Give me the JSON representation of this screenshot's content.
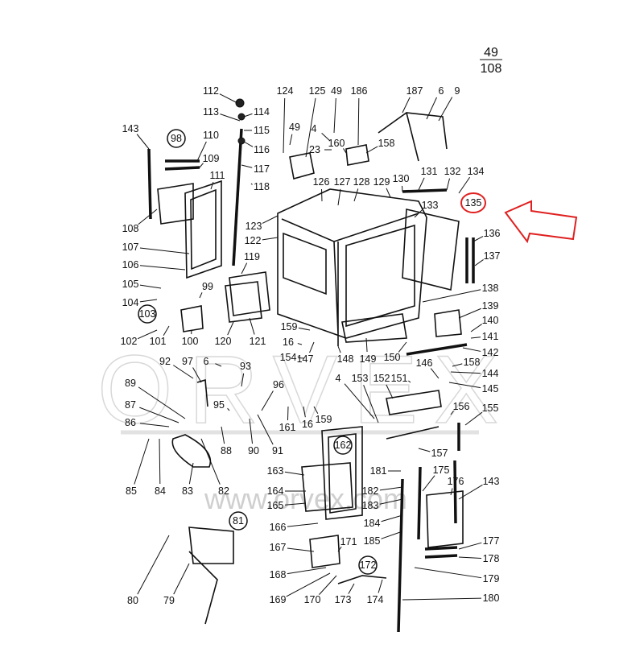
{
  "page": {
    "number": "49",
    "total": "108"
  },
  "callouts": [
    "112",
    "113",
    "114",
    "115",
    "116",
    "117",
    "118",
    "143",
    "110",
    "109",
    "111",
    "108",
    "107",
    "106",
    "105",
    "104",
    "102",
    "101",
    "100",
    "99",
    "120",
    "121",
    "119",
    "123",
    "122",
    "124",
    "125",
    "49",
    "186",
    "187",
    "6",
    "9",
    "49",
    "4",
    "23",
    "160",
    "158",
    "126",
    "127",
    "128",
    "129",
    "130",
    "131",
    "132",
    "134",
    "133",
    "136",
    "137",
    "138",
    "139",
    "140",
    "141",
    "142",
    "144",
    "145",
    "155",
    "156",
    "157",
    "158",
    "146",
    "150",
    "149",
    "148",
    "147",
    "159",
    "16",
    "154",
    "151",
    "152",
    "153",
    "4",
    "96",
    "93",
    "92",
    "97",
    "6",
    "95",
    "89",
    "87",
    "86",
    "161",
    "16",
    "159",
    "88",
    "90",
    "91",
    "85",
    "84",
    "83",
    "82",
    "163",
    "164",
    "165",
    "181",
    "182",
    "183",
    "184",
    "185",
    "175",
    "176",
    "143",
    "166",
    "167",
    "168",
    "169",
    "170",
    "171",
    "173",
    "174",
    "177",
    "178",
    "179",
    "180",
    "80",
    "79"
  ],
  "circled": [
    "98",
    "103",
    "162",
    "81",
    "172"
  ],
  "highlight": {
    "callout": "135",
    "color": "#e02020"
  },
  "watermark": {
    "brand": "ORVEX",
    "url": "www.orvex.com"
  }
}
